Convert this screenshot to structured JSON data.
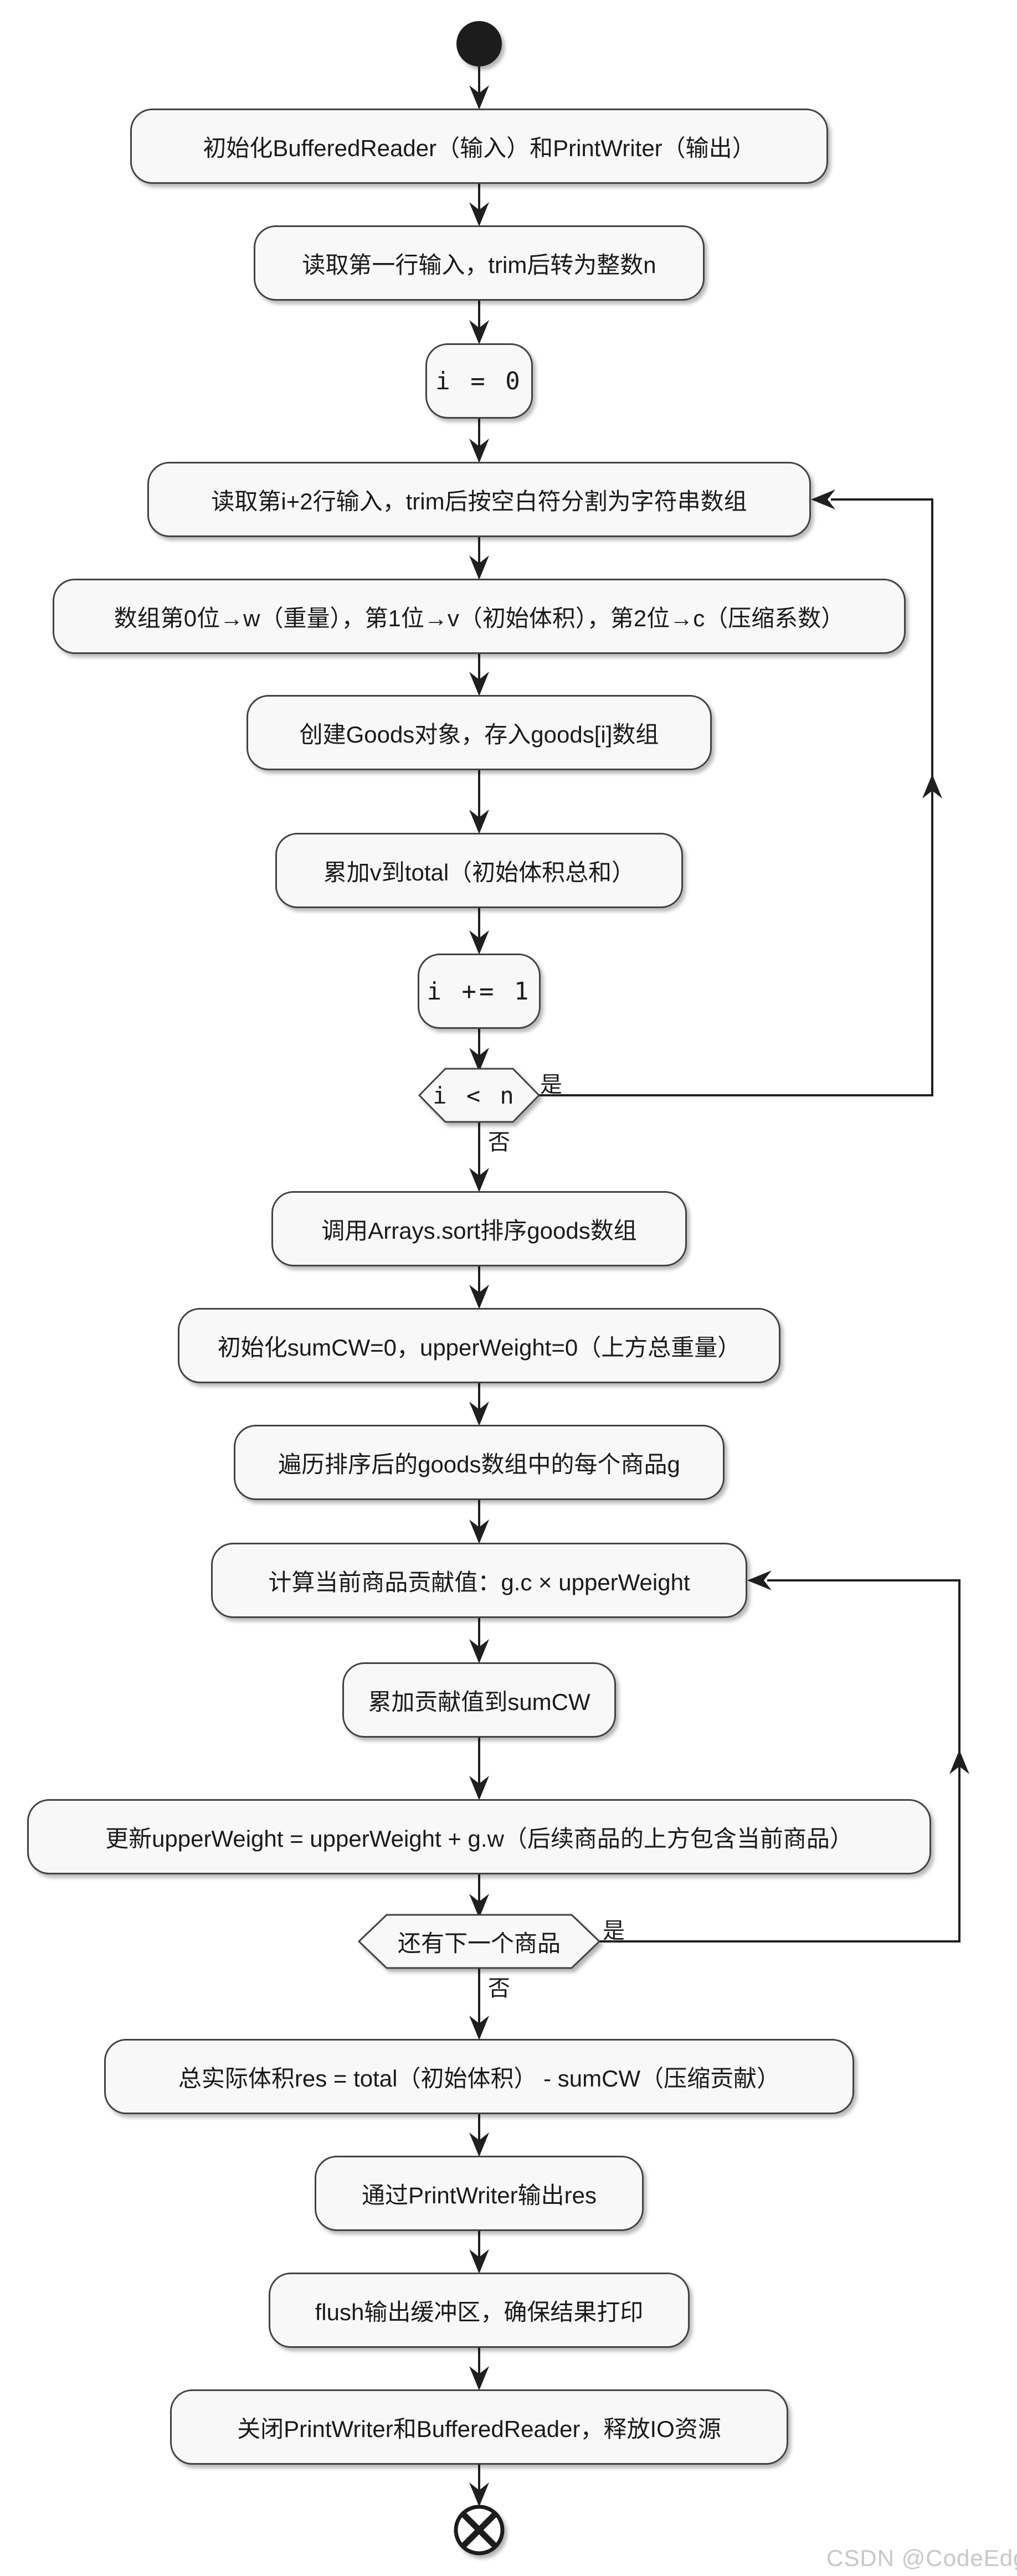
{
  "flowchart": {
    "type": "activity-diagram",
    "nodes": [
      {
        "id": "init-io",
        "label": "初始化BufferedReader（输入）和PrintWriter（输出）"
      },
      {
        "id": "read-first-line",
        "label": "读取第一行输入，trim后转为整数n"
      },
      {
        "id": "i-init",
        "label": "i = 0"
      },
      {
        "id": "read-line",
        "label": "读取第i+2行输入，trim后按空白符分割为字符串数组"
      },
      {
        "id": "parse-fields",
        "label": "数组第0位→w（重量），第1位→v（初始体积），第2位→c（压缩系数）"
      },
      {
        "id": "create-goods",
        "label": "创建Goods对象，存入goods[i]数组"
      },
      {
        "id": "accumulate-total",
        "label": "累加v到total（初始体积总和）"
      },
      {
        "id": "i-increment",
        "label": "i += 1"
      },
      {
        "id": "sort-goods",
        "label": "调用Arrays.sort排序goods数组"
      },
      {
        "id": "init-sums",
        "label": "初始化sumCW=0，upperWeight=0（上方总重量）"
      },
      {
        "id": "iterate-goods",
        "label": "遍历排序后的goods数组中的每个商品g"
      },
      {
        "id": "compute-contrib",
        "label": "计算当前商品贡献值：g.c × upperWeight"
      },
      {
        "id": "accumulate-sumcw",
        "label": "累加贡献值到sumCW"
      },
      {
        "id": "update-upperweight",
        "label": "更新upperWeight = upperWeight + g.w（后续商品的上方包含当前商品）"
      },
      {
        "id": "compute-res",
        "label": "总实际体积res = total（初始体积） - sumCW（压缩贡献）"
      },
      {
        "id": "output-res",
        "label": "通过PrintWriter输出res"
      },
      {
        "id": "flush-buffer",
        "label": "flush输出缓冲区，确保结果打印"
      },
      {
        "id": "close-io",
        "label": "关闭PrintWriter和BufferedReader，释放IO资源"
      }
    ],
    "decisions": [
      {
        "id": "loop-read-condition",
        "label": "i < n",
        "yes": "是",
        "no": "否"
      },
      {
        "id": "loop-goods-condition",
        "label": "还有下一个商品",
        "yes": "是",
        "no": "否"
      }
    ],
    "watermark": "CSDN @CodeEdge_Xu",
    "colors": {
      "node_fill": "#f8f8f8",
      "node_border": "#424242",
      "edge": "#1f1f1f",
      "text": "#1a1a1a",
      "watermark": "#c8c8c8",
      "background": "#ffffff"
    }
  }
}
